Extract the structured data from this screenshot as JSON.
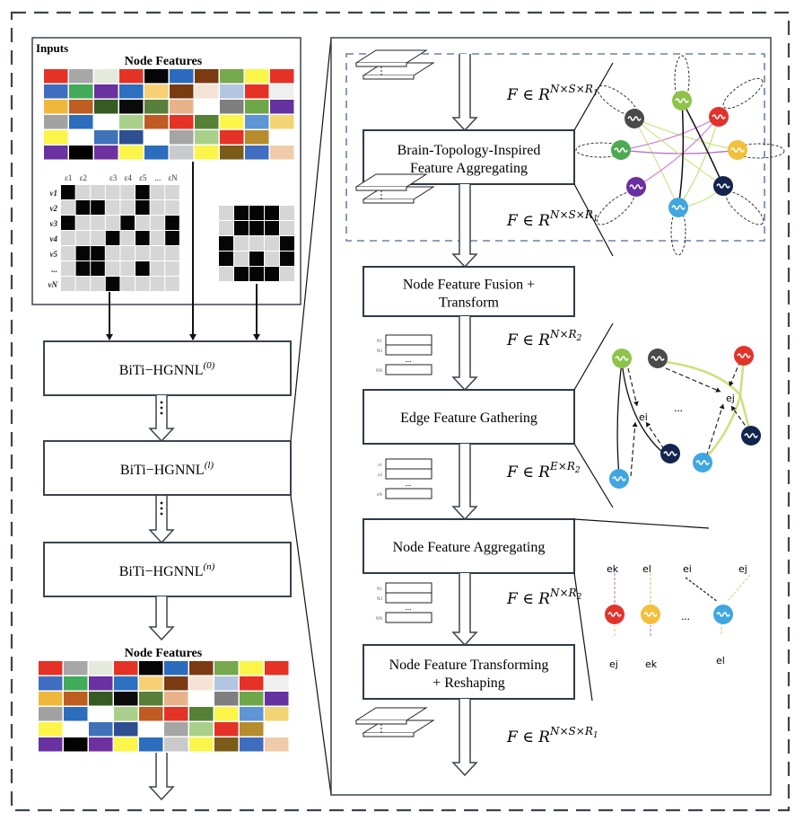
{
  "inputs": {
    "title": "Inputs",
    "node_features_title": "Node Features",
    "feature_colors": [
      [
        "#e53226",
        "#a7a7a7",
        "#e6e9de",
        "#e53226",
        "#050505",
        "#2b6bbd",
        "#7c3a12",
        "#76a84d",
        "#fbf54a",
        "#e53226"
      ],
      [
        "#3f6ec0",
        "#41ab5a",
        "#6a31a0",
        "#2c70bf",
        "#f6d072",
        "#7a3b12",
        "#f5e4d6",
        "#b2c6e2",
        "#e53226",
        "#efefef"
      ],
      [
        "#f0b83b",
        "#bd5d20",
        "#355a22",
        "#0b0b0b",
        "#587f3a",
        "#e8b28b",
        "#ffffff",
        "#7f7f7f",
        "#70a64a",
        "#6631a0"
      ],
      [
        "#a2a2a2",
        "#2c6dbd",
        "#ffffff",
        "#a8d08b",
        "#c05b23",
        "#e53226",
        "#558137",
        "#fbf54a",
        "#5e95d4",
        "#f3d474"
      ],
      [
        "#fbf54a",
        "#ffffff",
        "#3f72b8",
        "#2e4f92",
        "#ffffff",
        "#a5a5a5",
        "#a8d08b",
        "#e53226",
        "#b78c2c",
        "#ffffff"
      ],
      [
        "#6a31a0",
        "#030303",
        "#6f31a0",
        "#fbf54a",
        "#2c6dbd",
        "#c8cacc",
        "#fbf54a",
        "#7a5b18",
        "#3f6ec0",
        "#f0cbab"
      ]
    ],
    "incidence": {
      "col_labels": [
        "ε1",
        "ε2",
        "",
        "ε3",
        "ε4",
        "ε5",
        "...",
        "εN"
      ],
      "row_labels": [
        "v1",
        "v2",
        "v3",
        "v4",
        "v5",
        "...",
        "vN"
      ],
      "cells": [
        [
          1,
          0,
          0,
          0,
          0,
          1,
          0,
          0
        ],
        [
          0,
          1,
          1,
          0,
          0,
          1,
          0,
          0
        ],
        [
          1,
          0,
          0,
          0,
          1,
          0,
          0,
          1
        ],
        [
          0,
          0,
          0,
          1,
          0,
          1,
          0,
          1
        ],
        [
          0,
          1,
          1,
          0,
          0,
          0,
          0,
          0
        ],
        [
          0,
          1,
          1,
          0,
          0,
          1,
          0,
          0
        ],
        [
          0,
          0,
          0,
          1,
          0,
          0,
          0,
          0
        ]
      ]
    },
    "pattern": [
      [
        0,
        1,
        1,
        1,
        0
      ],
      [
        0,
        1,
        1,
        1,
        0
      ],
      [
        1,
        0,
        0,
        0,
        1
      ],
      [
        1,
        0,
        1,
        0,
        1
      ],
      [
        0,
        1,
        1,
        1,
        0
      ]
    ]
  },
  "layers": [
    {
      "base": "BiTi−HGNNL",
      "sup": "(0)"
    },
    {
      "base": "BiTi−HGNNL",
      "sup": "(l)"
    },
    {
      "base": "BiTi−HGNNL",
      "sup": "(n)"
    }
  ],
  "output": {
    "node_features_title": "Node Features"
  },
  "detail": {
    "steps": [
      {
        "line1": "Brain-Topology-Inspired",
        "line2": "Feature Aggregating"
      },
      {
        "line1": "Node Feature Fusion +",
        "line2": "Transform"
      },
      {
        "line1": "Edge Feature Gathering",
        "line2": ""
      },
      {
        "line1": "Node Feature Aggregating",
        "line2": ""
      },
      {
        "line1": "Node Feature Transforming",
        "line2": "+ Reshaping"
      }
    ],
    "shapes": [
      {
        "pre": "F ∈ R",
        "sup": "N×S×R",
        "sub": "1"
      },
      {
        "pre": "F ∈ R",
        "sup": "N×S×R",
        "sub": "1"
      },
      {
        "pre": "F ∈ R",
        "sup": "N×R",
        "sub": "2"
      },
      {
        "pre": "F ∈ R",
        "sup": "E×R",
        "sub": "2"
      },
      {
        "pre": "F ∈ R",
        "sup": "N×R",
        "sub": "2"
      },
      {
        "pre": "F ∈ R",
        "sup": "N×S×R",
        "sub": "1"
      }
    ],
    "matrix_labels": {
      "nodes": [
        "N1",
        "N2",
        "...",
        "NN"
      ],
      "edges": [
        "e1",
        "e2",
        "...",
        "eN"
      ]
    },
    "edge_labels": {
      "gather": [
        "ei",
        "ej",
        "..."
      ],
      "aggregate_top": [
        "ek",
        "el",
        "ei",
        "ej"
      ],
      "aggregate_bottom": [
        "ej",
        "ek",
        "el"
      ],
      "ellipsis": "..."
    },
    "node_colors": {
      "green": "#8dc34a",
      "dark": "#4a4a4a",
      "red": "#e2332a",
      "yellow": "#f3c03c",
      "navy": "#13254f",
      "blue": "#40a6e0",
      "purple": "#6a2fa0",
      "mid_green": "#4daa52"
    }
  },
  "colors": {
    "box_border": "#2e3a46",
    "dashed_frame": "#3d4450",
    "inner_dashed": "#6b82a8"
  }
}
